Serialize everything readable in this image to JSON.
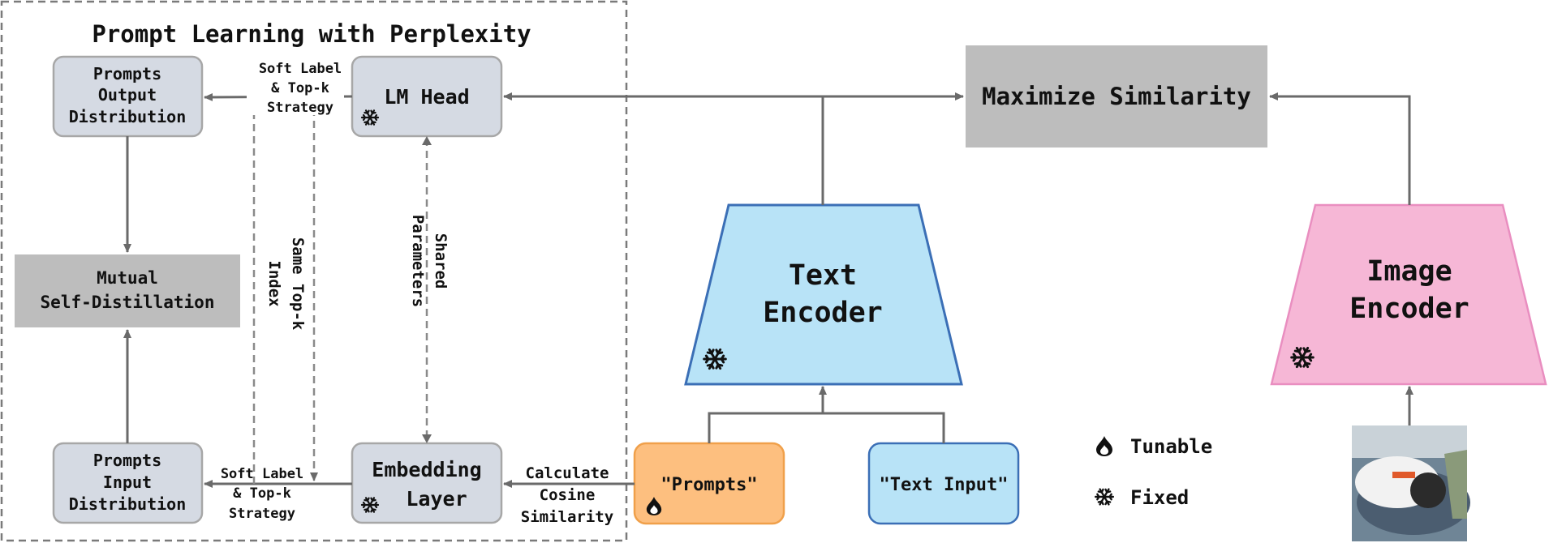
{
  "title": "Prompt Learning with Perplexity",
  "boxes": {
    "prompts_output": [
      "Prompts",
      "Output",
      "Distribution"
    ],
    "lm_head": "LM Head",
    "mutual": [
      "Mutual",
      "Self-Distillation"
    ],
    "prompts_input": [
      "Prompts",
      "Input",
      "Distribution"
    ],
    "embedding": [
      "Embedding",
      "Layer"
    ],
    "maximize": "Maximize Similarity",
    "text_encoder": [
      "Text",
      "Encoder"
    ],
    "image_encoder": [
      "Image",
      "Encoder"
    ],
    "prompts_token": "\"Prompts\"",
    "text_input": "\"Text Input\""
  },
  "labels": {
    "soft_label_top": [
      "Soft Label",
      "& Top-k",
      "Strategy"
    ],
    "soft_label_bottom": [
      "Soft Label",
      "& Top-k",
      "Strategy"
    ],
    "same_topk": [
      "Same Top-k",
      "Index"
    ],
    "shared_params": [
      "Shared",
      "Parameters"
    ],
    "cosine": [
      "Calculate",
      "Cosine",
      "Similarity"
    ]
  },
  "legend": {
    "tunable": "Tunable",
    "fixed": "Fixed"
  },
  "colors": {
    "gray_box": "#d5dae3",
    "dark_box": "#bdbdbd",
    "text_encoder": "#b8e3f7",
    "image_encoder": "#f6b7d6",
    "prompts_token": "#fdbf7f",
    "text_input": "#b8e3f7"
  },
  "icons": {
    "fixed": "snowflake-icon",
    "tunable": "flame-icon"
  }
}
